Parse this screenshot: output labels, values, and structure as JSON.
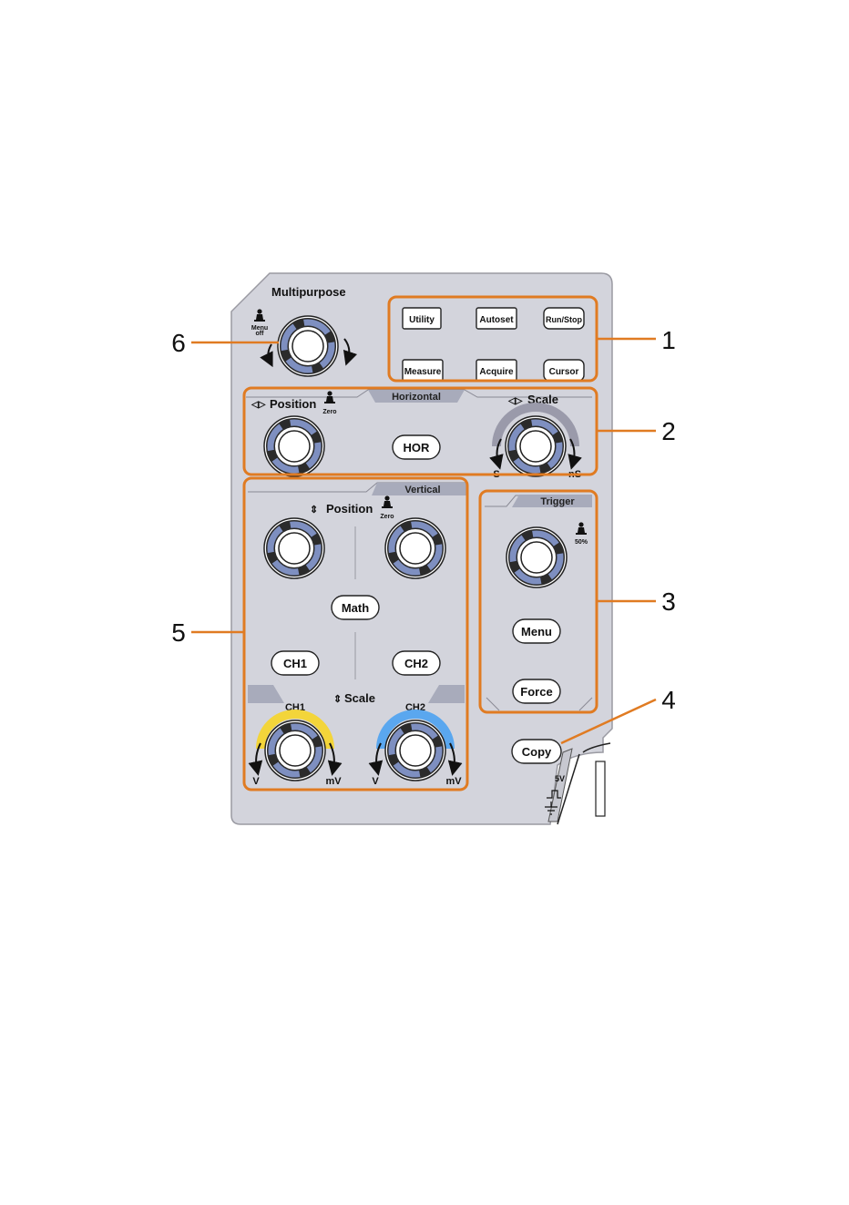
{
  "panel": {
    "multipurpose": {
      "title": "Multipurpose",
      "menu_hint_1": "Menu",
      "menu_hint_2": "off"
    },
    "buttons_top": [
      "Utility",
      "Autoset",
      "Run/Stop",
      "Measure",
      "Acquire",
      "Cursor"
    ],
    "horizontal": {
      "tab": "Horizontal",
      "position_label": "Position",
      "zero": "Zero",
      "scale_label": "Scale",
      "hor_button": "HOR",
      "scale_left": "S",
      "scale_right": "nS"
    },
    "vertical": {
      "tab": "Vertical",
      "position_label": "Position",
      "zero": "Zero",
      "math_button": "Math",
      "ch1_button": "CH1",
      "ch2_button": "CH2",
      "scale_label": "Scale",
      "ch1_label": "CH1",
      "ch2_label": "CH2",
      "v1": "V",
      "mv1": "mV",
      "v2": "V",
      "mv2": "mV"
    },
    "trigger": {
      "tab": "Trigger",
      "hint": "50%",
      "menu_button": "Menu",
      "force_button": "Force"
    },
    "copy_button": "Copy",
    "probe_comp": "5V"
  },
  "callouts": [
    "1",
    "2",
    "3",
    "4",
    "5",
    "6"
  ],
  "colors": {
    "callout": "#e07b22",
    "panel": "#d3d4dc",
    "knob_ring": "#7e8fc0",
    "ch1": "#f3d53a",
    "ch2": "#5aa7ef",
    "tab": "#a8abbb"
  },
  "icons": [
    "finger-press-icon",
    "position-arrows-icon",
    "rotate-arrow-icon",
    "square-wave-icon",
    "ground-icon"
  ]
}
